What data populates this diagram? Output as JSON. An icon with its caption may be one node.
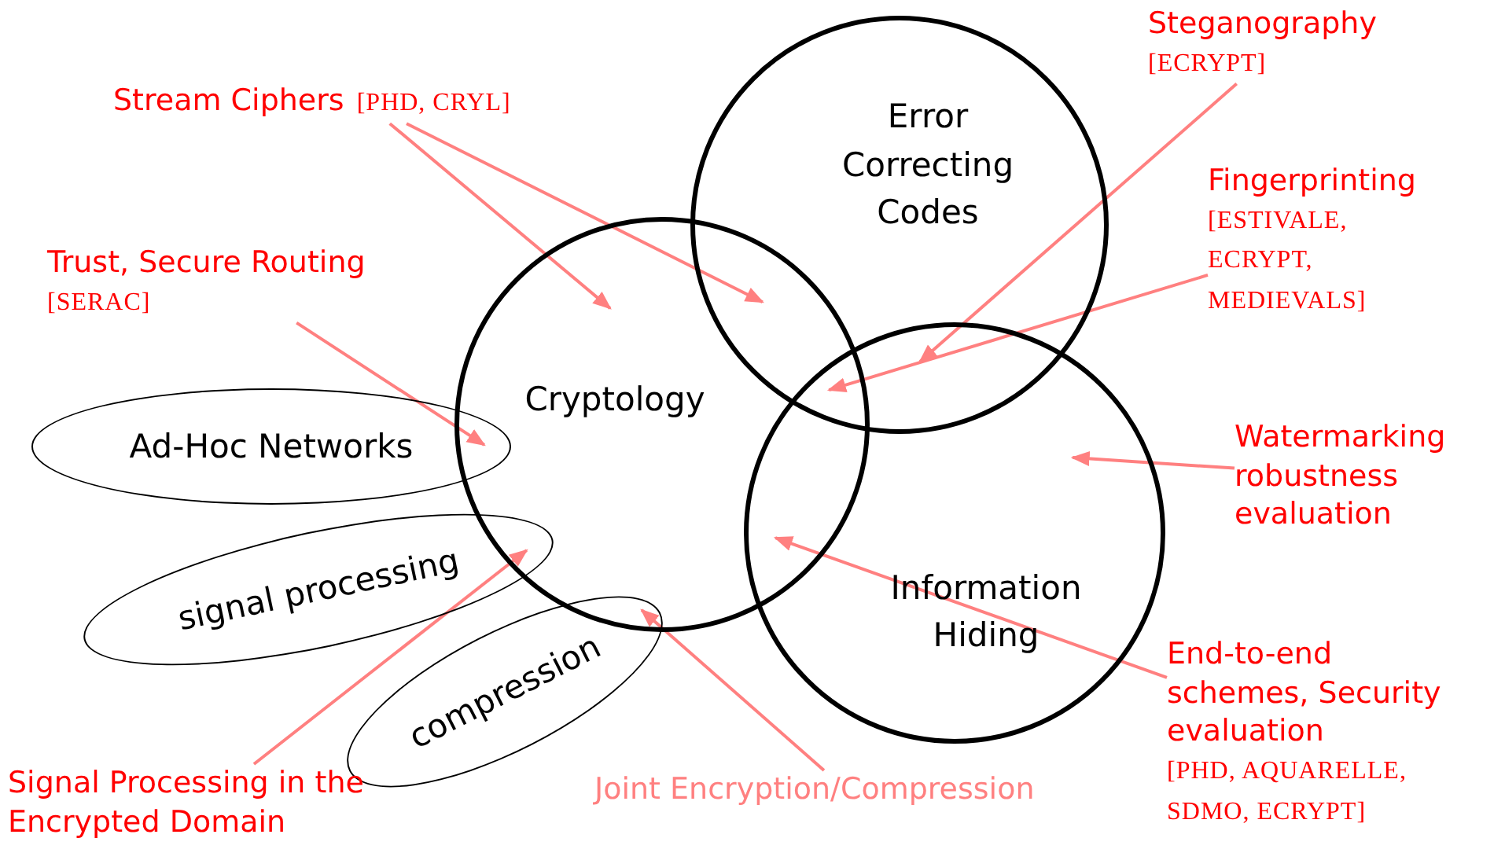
{
  "diagram": {
    "nodes": [
      {
        "text": [
          "Cryptology"
        ]
      },
      {
        "text": [
          "Error Correcting Codes"
        ]
      },
      {
        "text": [
          "Information Hiding"
        ]
      },
      {
        "text": [
          "Ad-Hoc Networks"
        ]
      },
      {
        "text": [
          "signal processing"
        ]
      },
      {
        "text": [
          "compression"
        ]
      },
      {
        "text": [
          "Stream Ciphers",
          "[PHD, CRYL]"
        ]
      },
      {
        "text": [
          "Trust, Secure Routing",
          "[SERAC]"
        ]
      },
      {
        "text": [
          "Steganography",
          "[ECRYPT]"
        ]
      },
      {
        "text": [
          "Fingerprinting",
          "[ESTIVALE, ECRYPT, MEDIEVALS]"
        ]
      },
      {
        "text": [
          "Watermarking robustness evaluation"
        ]
      },
      {
        "text": [
          "End-to-end schemes, Security evaluation",
          "[PHD, AQUARELLE, SDMO, ECRYPT]"
        ]
      },
      {
        "text": [
          "Joint Encryption/Compression"
        ]
      },
      {
        "text": [
          "Signal Processing in the Encrypted Domain"
        ]
      }
    ],
    "edges": [
      {
        "from": 6,
        "to": 0,
        "arrow": "to"
      },
      {
        "from": 6,
        "to": 0,
        "arrow": "to"
      },
      {
        "from": 7,
        "to": 3,
        "arrow": "to"
      },
      {
        "from": 8,
        "to": 1,
        "arrow": "to"
      },
      {
        "from": 9,
        "to": 0,
        "arrow": "to"
      },
      {
        "from": 10,
        "to": 2,
        "arrow": "to"
      },
      {
        "from": 11,
        "to": 0,
        "arrow": "to"
      },
      {
        "from": 12,
        "to": 5,
        "arrow": "to"
      },
      {
        "from": 13,
        "to": 4,
        "arrow": "to"
      }
    ]
  }
}
